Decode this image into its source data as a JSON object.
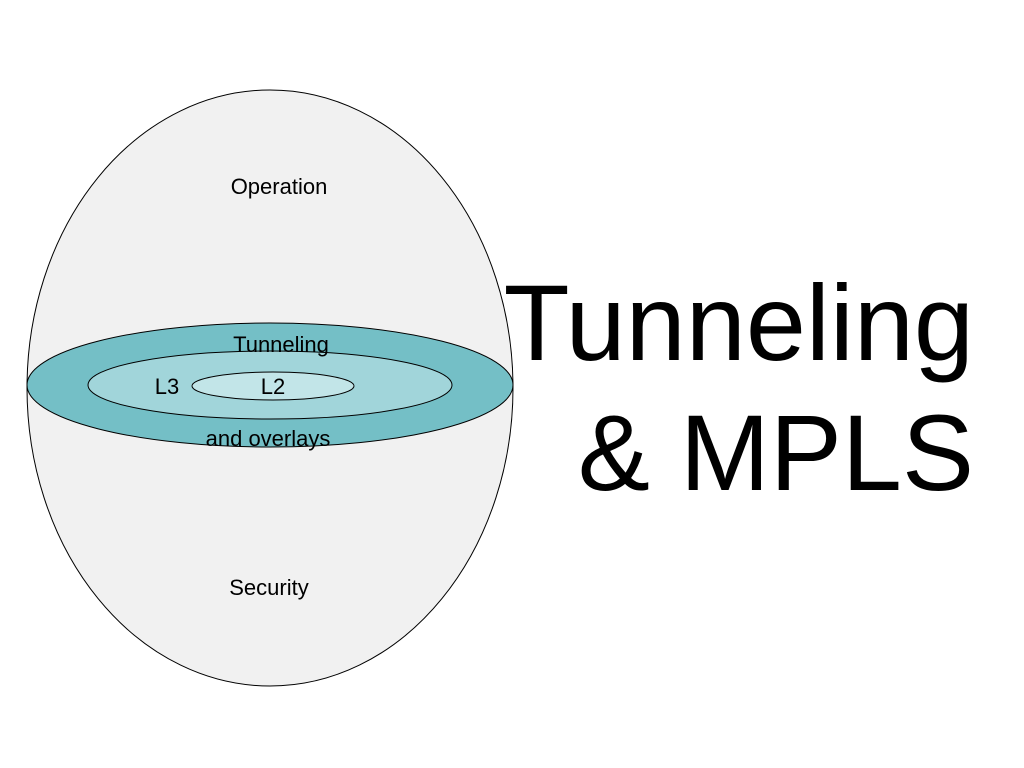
{
  "title": {
    "line1": "Tunneling",
    "line2": "& MPLS"
  },
  "diagram": {
    "outer_label_top": "Operation",
    "outer_label_bottom": "Security",
    "band_label_top": "Tunneling",
    "band_label_bottom": "and overlays",
    "ring_label": "L3",
    "core_label": "L2"
  },
  "colors": {
    "sphere_fill": "#f1f1f1",
    "band_fill": "#74bfc6",
    "ring_fill": "#a1d5da",
    "core_fill": "#c2e5e8",
    "stroke": "#000000"
  }
}
